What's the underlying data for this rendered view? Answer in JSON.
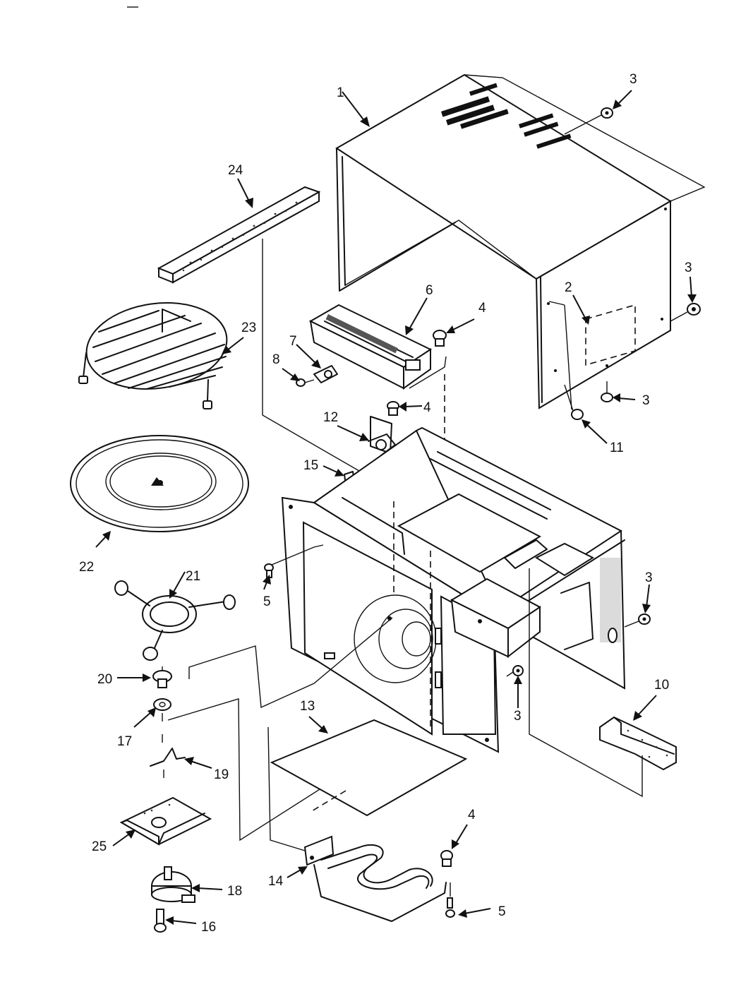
{
  "diagram": {
    "callouts": [
      {
        "id": "c1",
        "text": "1"
      },
      {
        "id": "c2",
        "text": "2"
      },
      {
        "id": "c3a",
        "text": "3"
      },
      {
        "id": "c3b",
        "text": "3"
      },
      {
        "id": "c3c",
        "text": "3"
      },
      {
        "id": "c3d",
        "text": "3"
      },
      {
        "id": "c3e",
        "text": "3"
      },
      {
        "id": "c4a",
        "text": "4"
      },
      {
        "id": "c4b",
        "text": "4"
      },
      {
        "id": "c4c",
        "text": "4"
      },
      {
        "id": "c5a",
        "text": "5"
      },
      {
        "id": "c5b",
        "text": "5"
      },
      {
        "id": "c6",
        "text": "6"
      },
      {
        "id": "c7",
        "text": "7"
      },
      {
        "id": "c8",
        "text": "8"
      },
      {
        "id": "c10",
        "text": "10"
      },
      {
        "id": "c11",
        "text": "11"
      },
      {
        "id": "c12",
        "text": "12"
      },
      {
        "id": "c13",
        "text": "13"
      },
      {
        "id": "c14",
        "text": "14"
      },
      {
        "id": "c15",
        "text": "15"
      },
      {
        "id": "c16",
        "text": "16"
      },
      {
        "id": "c17",
        "text": "17"
      },
      {
        "id": "c18",
        "text": "18"
      },
      {
        "id": "c19",
        "text": "19"
      },
      {
        "id": "c20",
        "text": "20"
      },
      {
        "id": "c21",
        "text": "21"
      },
      {
        "id": "c22",
        "text": "22"
      },
      {
        "id": "c23",
        "text": "23"
      },
      {
        "id": "c24",
        "text": "24"
      },
      {
        "id": "c25",
        "text": "25"
      }
    ]
  }
}
